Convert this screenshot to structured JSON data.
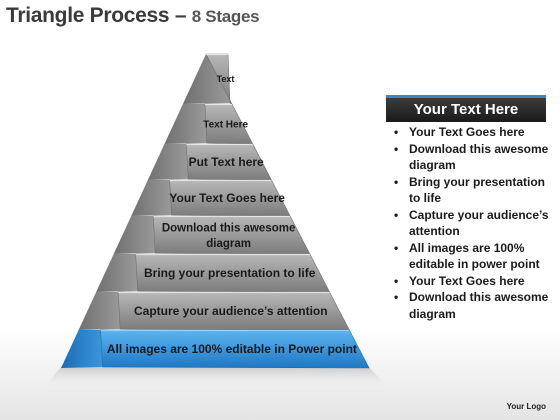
{
  "title": {
    "main": "Triangle Process – ",
    "sub": "8 Stages"
  },
  "pyramid": {
    "stages": [
      {
        "label": [
          "Text"
        ]
      },
      {
        "label": [
          "Text Here"
        ]
      },
      {
        "label": [
          "Put Text here"
        ]
      },
      {
        "label": [
          "Your Text Goes here"
        ]
      },
      {
        "label": [
          "Download this awesome",
          "diagram"
        ]
      },
      {
        "label": [
          "Bring your presentation to life"
        ]
      },
      {
        "label": [
          "Capture your audience’s  attention"
        ]
      },
      {
        "label": [
          "All images are 100% editable in Power point"
        ]
      }
    ],
    "colors": {
      "gray": "#8c8c8c",
      "highlight": "#2f8fd8"
    }
  },
  "panel": {
    "header": "Your Text Here",
    "bullets": [
      "Your Text Goes here",
      "Download this awesome diagram",
      "Bring your presentation to life",
      "Capture your audience’s attention",
      "All images are 100% editable in power point",
      "Your Text Goes here",
      "Download this awesome diagram"
    ]
  },
  "footer": {
    "logo": "Your Logo"
  }
}
